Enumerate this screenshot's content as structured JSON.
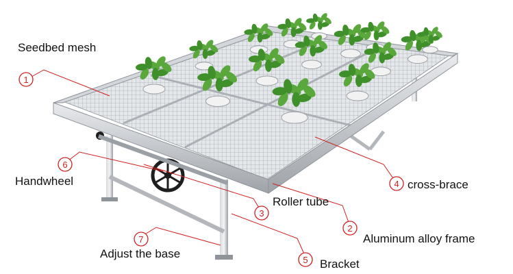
{
  "labels": {
    "seedbed_mesh": "Seedbed mesh",
    "handwheel": "Handwheel",
    "roller_tube": "Roller tube",
    "cross_brace": "cross-brace",
    "aluminum_frame": "Aluminum alloy frame",
    "adjust_base": "Adjust the base",
    "bracket": "Bracket"
  },
  "numbers": {
    "n1": "1",
    "n2": "2",
    "n3": "3",
    "n4": "4",
    "n5": "5",
    "n6": "6",
    "n7": "7"
  },
  "colors": {
    "callout": "#d21e1e",
    "frame": "#b8bcc2",
    "mesh": "#cfd3d8",
    "leaf": "#3f8f2a",
    "pot": "#f2f2f2"
  }
}
